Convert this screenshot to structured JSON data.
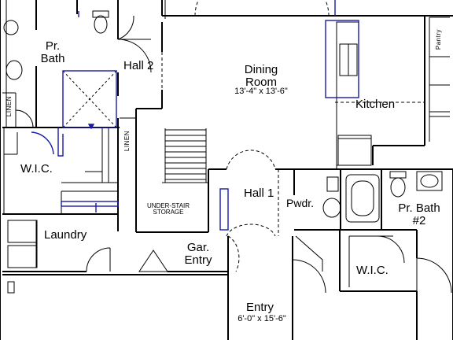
{
  "rooms": {
    "dining": {
      "name_line1": "Dining",
      "name_line2": "Room",
      "dims": "13'-4\" x 13'-6\""
    },
    "kitchen": {
      "name": "Kitchen"
    },
    "pantry": {
      "name": "Pantry"
    },
    "primary_bath": {
      "name_line1": "Pr.",
      "name_line2": "Bath"
    },
    "hall2": {
      "name": "Hall 2"
    },
    "linen_upper": {
      "name": "LINEN"
    },
    "linen_lower": {
      "name": "LINEN"
    },
    "wic_left": {
      "name": "W.I.C."
    },
    "under_stair": {
      "name_line1": "UNDER-STAIR",
      "name_line2": "STORAGE"
    },
    "hall1": {
      "name": "Hall 1"
    },
    "powder": {
      "name": "Pwdr."
    },
    "bath2": {
      "name_line1": "Pr. Bath",
      "name_line2": "#2"
    },
    "laundry": {
      "name": "Laundry"
    },
    "garage_entry": {
      "name_line1": "Gar.",
      "name_line2": "Entry"
    },
    "wic_right": {
      "name": "W.I.C."
    },
    "entry": {
      "name": "Entry",
      "dims": "6'-0\" x 15'-6\""
    }
  },
  "colors": {
    "wall": "#000000",
    "fixture_accent": "#1a1aa6",
    "background": "#ffffff"
  }
}
